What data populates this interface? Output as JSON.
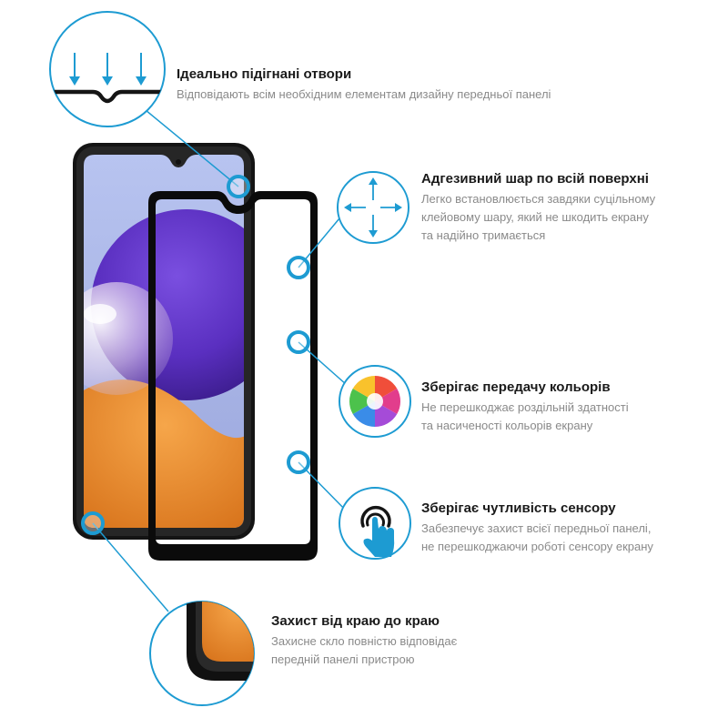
{
  "colors": {
    "accent": "#1d9bd2",
    "title": "#1a1a1a",
    "desc": "#8a8a8a",
    "phone_frame": "#141414",
    "wallpaper_purple": "#5a2fc0",
    "wallpaper_orange": "#ea8a2c",
    "wallpaper_sky": "#a8b4e6"
  },
  "features": [
    {
      "title": "Ідеально підігнані отвори",
      "desc": [
        "Відповідають всім необхідним елементам дизайну передньої панелі"
      ],
      "icon": "arrows-down-notch-icon"
    },
    {
      "title": "Адгезивний шар по всій поверхні",
      "desc": [
        "Легко встановлюється завдяки суцільному",
        "клейовому шару, який не шкодить екрану",
        "та надійно тримається"
      ],
      "icon": "four-arrows-spread-icon"
    },
    {
      "title": "Зберігає передачу кольорів",
      "desc": [
        "Не перешкоджає роздільній здатності",
        "та насиченості кольорів екрану"
      ],
      "icon": "color-wheel-icon"
    },
    {
      "title": "Зберігає чутливість сенсору",
      "desc": [
        "Забезпечує захист всієї передньої панелі,",
        "не перешкоджаючи роботі сенсору екрану"
      ],
      "icon": "touch-finger-icon"
    },
    {
      "title": "Захист від краю до краю",
      "desc": [
        "Захисне скло повністю відповідає",
        "передній панелі пристрою"
      ],
      "icon": "edge-corner-icon"
    }
  ]
}
